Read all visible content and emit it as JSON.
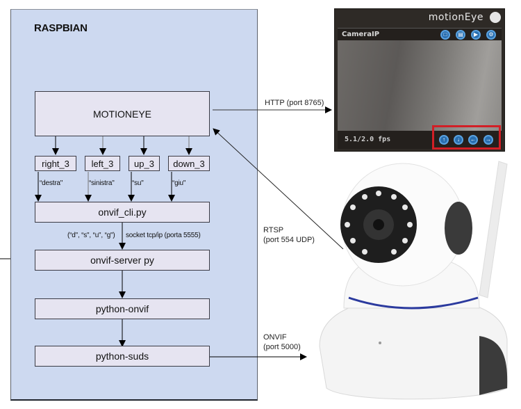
{
  "diagram": {
    "panel_title": "RASPBIAN",
    "nodes": {
      "motioneye": "MOTIONEYE",
      "right": "right_3",
      "left": "left_3",
      "up": "up_3",
      "down": "down_3",
      "onvif_cli": "onvif_cli.py",
      "onvif_server": "onvif-server py",
      "python_onvif": "python-onvif",
      "python_suds": "python-suds"
    },
    "edge_labels": {
      "destra": "“destra\"",
      "sinistra": "“sinistra\"",
      "su": "“su\"",
      "giu": "“giu\"",
      "codes": "(“d\", “s\", “u\", “g\")",
      "socket": "socket tcp/ip (porta 5555)"
    },
    "protocols": {
      "http": "HTTP (port   8765)",
      "rtsp_line1": "RTSP",
      "rtsp_line2": "(port   554 UDP)",
      "onvif_line1": "ONVIF",
      "onvif_line2": "(port   5000)"
    }
  },
  "motioneye_ui": {
    "brand": "motionEye",
    "camera_name": "CameraIP",
    "fps": "5.1/2.0 fps",
    "top_buttons": [
      "fullscreen-icon",
      "media-icon",
      "play-icon",
      "settings-icon"
    ],
    "ptz_buttons": [
      {
        "name": "ptz-up-button",
        "glyph": "↑"
      },
      {
        "name": "ptz-down-button",
        "glyph": "↓"
      },
      {
        "name": "ptz-left-button",
        "glyph": "←"
      },
      {
        "name": "ptz-right-button",
        "glyph": "→"
      }
    ],
    "highlight_color": "#d21f26"
  },
  "camera_photo": {
    "description": "white pan-tilt IP camera with IR LEDs and antenna",
    "accent_stripe": "#2b3a9e"
  }
}
